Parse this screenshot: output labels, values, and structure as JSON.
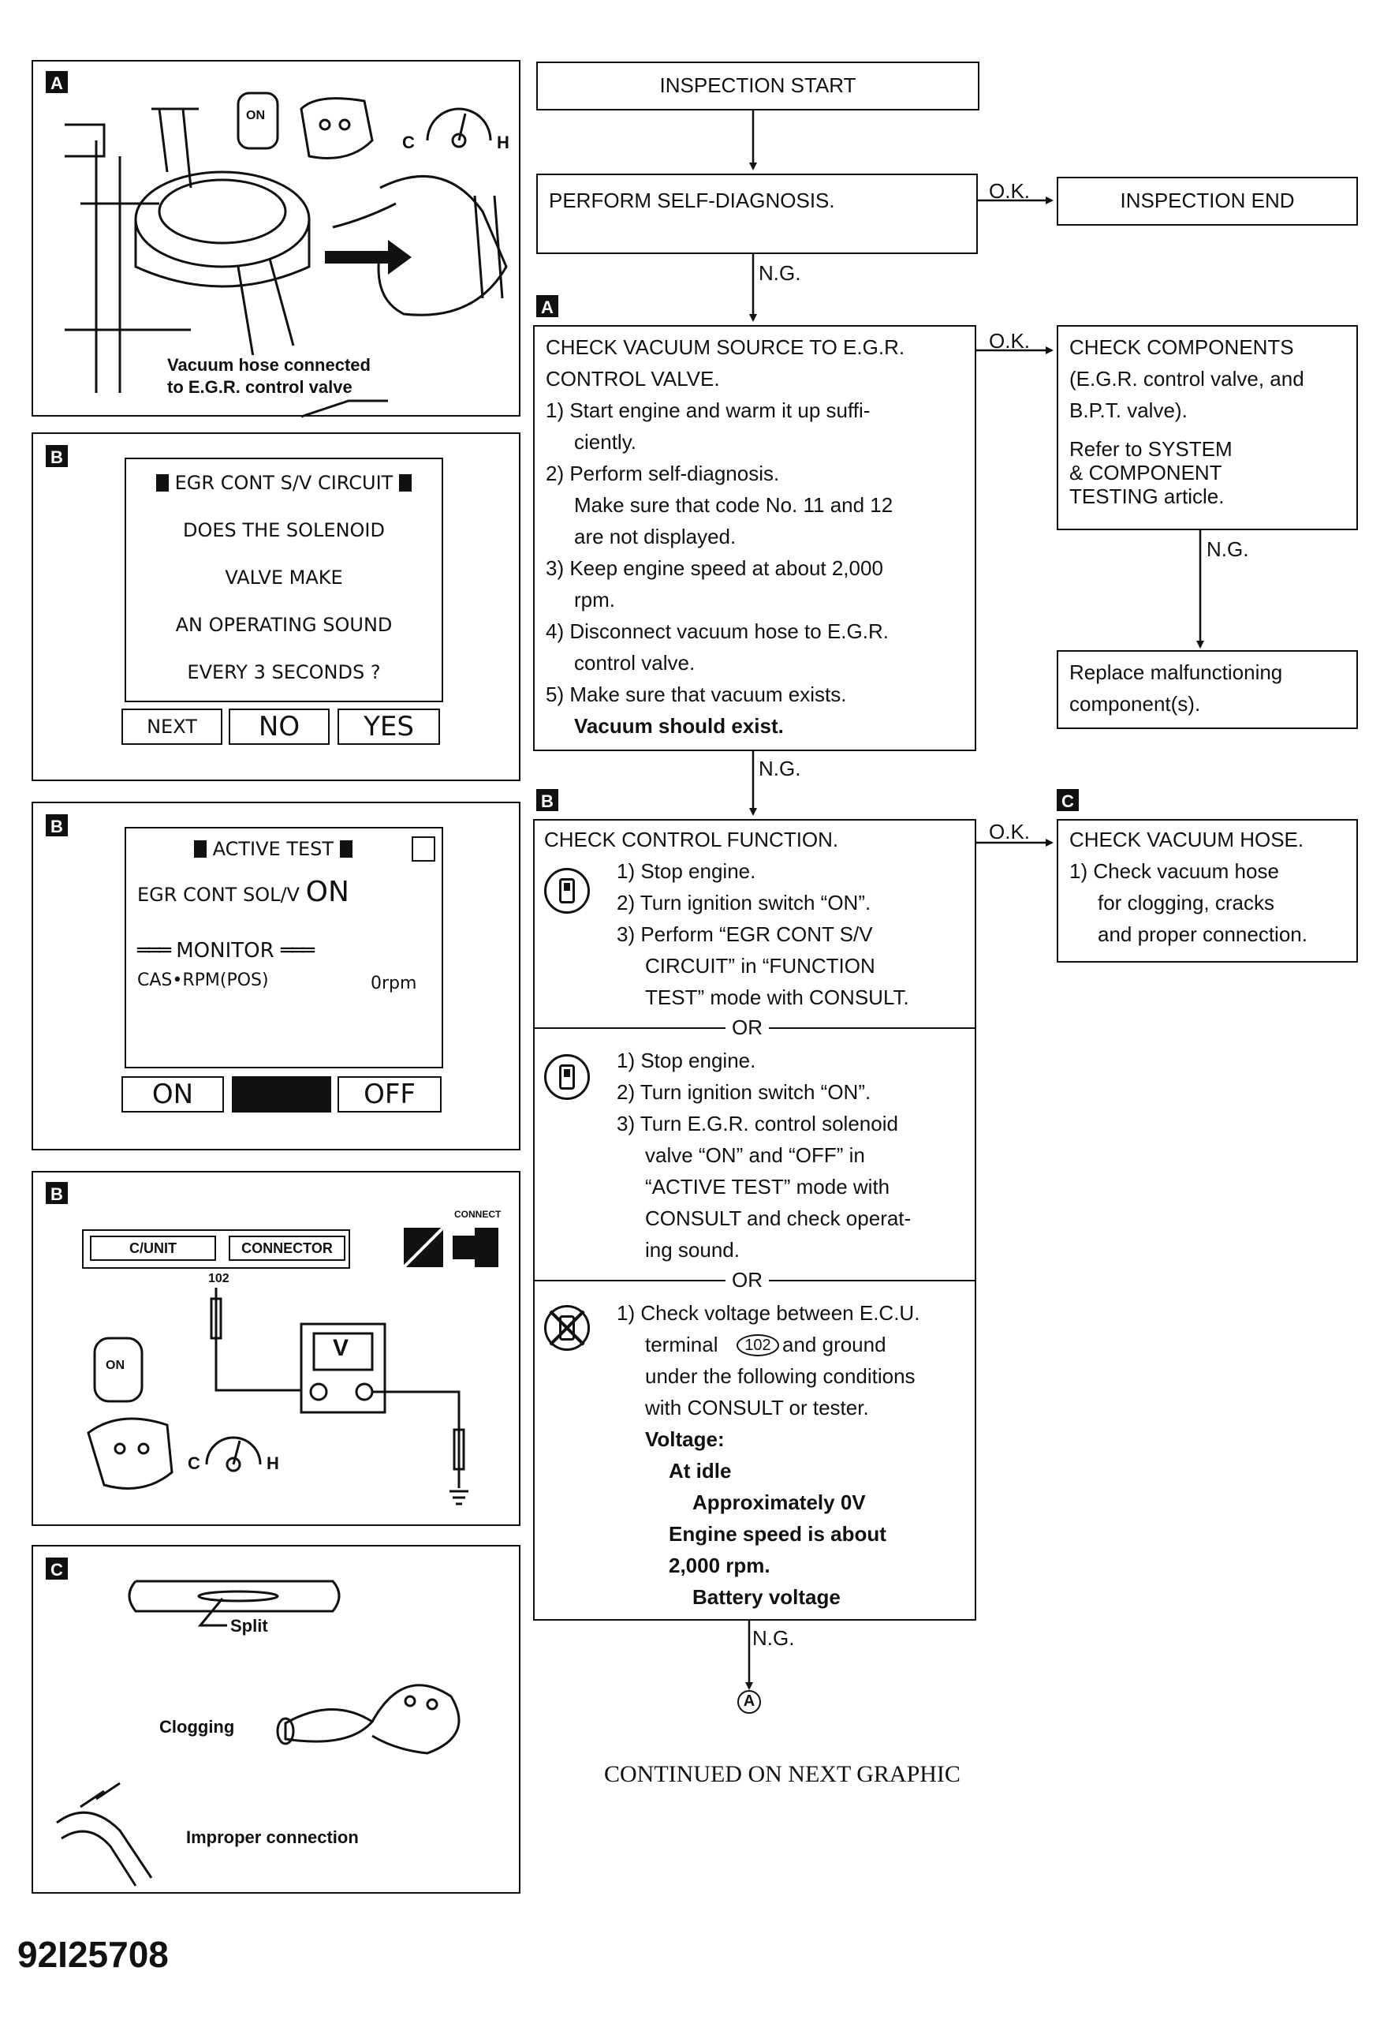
{
  "flow": {
    "start": "INSPECTION START",
    "self_diag": "PERFORM SELF-DIAGNOSIS.",
    "end": "INSPECTION END",
    "ok": "O.K.",
    "ng": "N.G.",
    "vacuum": {
      "tag": "A",
      "title_1": "CHECK VACUUM SOURCE TO E.G.R.",
      "title_2": "CONTROL VALVE.",
      "steps": [
        "1) Start engine and warm it up suffi-",
        "ciently.",
        "2) Perform self-diagnosis.",
        "Make sure that code No. 11 and 12",
        "are not displayed.",
        "3) Keep engine speed at about 2,000",
        "rpm.",
        "4) Disconnect vacuum hose to E.G.R.",
        "control valve.",
        "5) Make sure that vacuum exists.",
        "Vacuum should exist."
      ]
    },
    "components": {
      "lines": [
        "CHECK COMPONENTS",
        "(E.G.R. control valve, and",
        "B.P.T. valve)."
      ],
      "ref_lines": [
        "Refer to SYSTEM",
        "& COMPONENT",
        "TESTING article."
      ]
    },
    "replace": [
      "Replace malfunctioning",
      "component(s)."
    ],
    "control": {
      "tag": "B",
      "title": "CHECK CONTROL FUNCTION.",
      "group1": [
        "1) Stop engine.",
        "2) Turn ignition switch “ON”.",
        "3) Perform “EGR CONT S/V",
        "CIRCUIT” in “FUNCTION",
        "TEST” mode with CONSULT."
      ],
      "or": "OR",
      "group2": [
        "1) Stop engine.",
        "2) Turn ignition switch “ON”.",
        "3) Turn E.G.R. control solenoid",
        "valve “ON” and “OFF” in",
        "“ACTIVE TEST” mode with",
        "CONSULT and check operat-",
        "ing sound."
      ],
      "group3": [
        "1) Check voltage between E.C.U.",
        "terminal",
        "and ground",
        "under the following conditions",
        "with CONSULT or tester."
      ],
      "terminal": "102",
      "voltage_lines": [
        "Voltage:",
        "At idle",
        "Approximately 0V",
        "Engine speed is about",
        "2,000 rpm.",
        "Battery voltage"
      ]
    },
    "hose": {
      "tag": "C",
      "lines": [
        "CHECK VACUUM HOSE.",
        "1) Check vacuum hose",
        "for clogging, cracks",
        "and proper connection."
      ]
    },
    "continue_marker": "A",
    "continued": "CONTINUED ON NEXT GRAPHIC"
  },
  "panels": {
    "a": {
      "tag": "A",
      "caption_1": "Vacuum hose connected",
      "caption_2": "to E.G.R. control valve",
      "gauge_c": "C",
      "gauge_h": "H",
      "key": "ON"
    },
    "b1": {
      "tag": "B",
      "screen_lines": [
        "EGR CONT S/V CIRCUIT",
        "DOES THE SOLENOID",
        "VALVE MAKE",
        "AN OPERATING SOUND",
        "EVERY 3 SECONDS ?"
      ],
      "buttons": [
        "NEXT",
        "NO",
        "YES"
      ]
    },
    "b2": {
      "tag": "B",
      "header": "ACTIVE TEST",
      "item_label": "EGR CONT SOL/V",
      "item_value": "ON",
      "monitor": "MONITOR",
      "mon_label": "CAS•RPM(POS)",
      "mon_value": "0rpm",
      "buttons": [
        "ON",
        "",
        "OFF"
      ]
    },
    "b3": {
      "tag": "B",
      "cunit": "C/UNIT",
      "connector": "CONNECTOR",
      "pin": "102",
      "meter": "V",
      "connect": "CONNECT",
      "key": "ON",
      "gauge_c": "C",
      "gauge_h": "H"
    },
    "c": {
      "tag": "C",
      "split": "Split",
      "clogging": "Clogging",
      "improper": "Improper connection"
    }
  },
  "figure_id": "92I25708"
}
